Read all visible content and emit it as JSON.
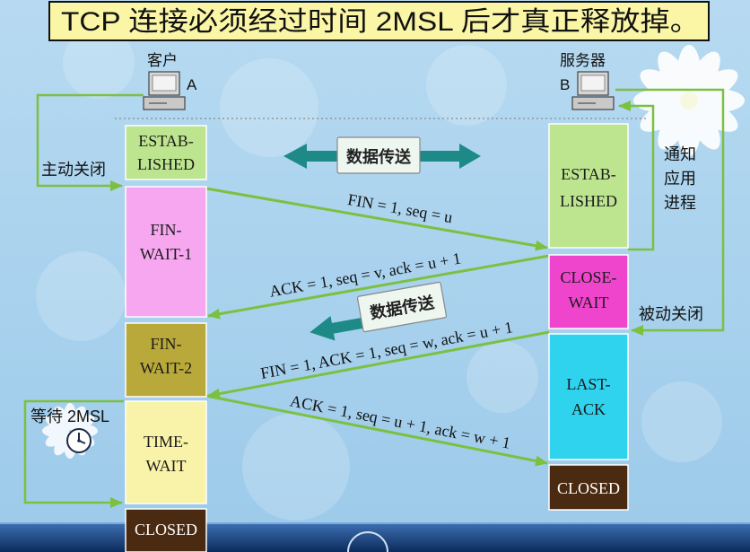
{
  "title": "TCP 连接必须经过时间 2MSL 后才真正释放掉。",
  "client": {
    "name": "客户",
    "letter": "A",
    "states": [
      {
        "lines": [
          "ESTAB-",
          "LISHED"
        ],
        "color": "#bde58f"
      },
      {
        "lines": [
          "FIN-",
          "WAIT-1"
        ],
        "color": "#f6a7ef"
      },
      {
        "lines": [
          "FIN-",
          "WAIT-2"
        ],
        "color": "#b9a93a"
      },
      {
        "lines": [
          "TIME-",
          "WAIT"
        ],
        "color": "#f8f3a8"
      },
      {
        "lines": [
          "CLOSED"
        ],
        "color": "#4b2a12"
      }
    ]
  },
  "server": {
    "name": "服务器",
    "letter": "B",
    "states": [
      {
        "lines": [
          "ESTAB-",
          "LISHED"
        ],
        "color": "#bde58f"
      },
      {
        "lines": [
          "CLOSE-",
          "WAIT"
        ],
        "color": "#ef45cc"
      },
      {
        "lines": [
          "LAST-",
          "ACK"
        ],
        "color": "#2fd3ee"
      },
      {
        "lines": [
          "CLOSED"
        ],
        "color": "#4b2a12"
      }
    ]
  },
  "messages": [
    "FIN = 1, seq = u",
    "ACK = 1, seq = v, ack = u + 1",
    "FIN = 1, ACK = 1, seq = w, ack = u + 1",
    "ACK = 1, seq = u + 1, ack = w + 1"
  ],
  "data_transfer": [
    "数据传送",
    "数据传送"
  ],
  "annotations": {
    "active_close": "主动关闭",
    "notify_app": [
      "通知",
      "应用",
      "进程"
    ],
    "passive_close": "被动关闭",
    "wait_2msl": "等待 2MSL"
  },
  "colors": {
    "title_bg": "#fbf6a6",
    "arrow": "#7cc040",
    "data_arrow": "#1d8a88"
  },
  "icons": {
    "client": "computer-icon",
    "server": "computer-icon",
    "timer": "clock-icon"
  }
}
